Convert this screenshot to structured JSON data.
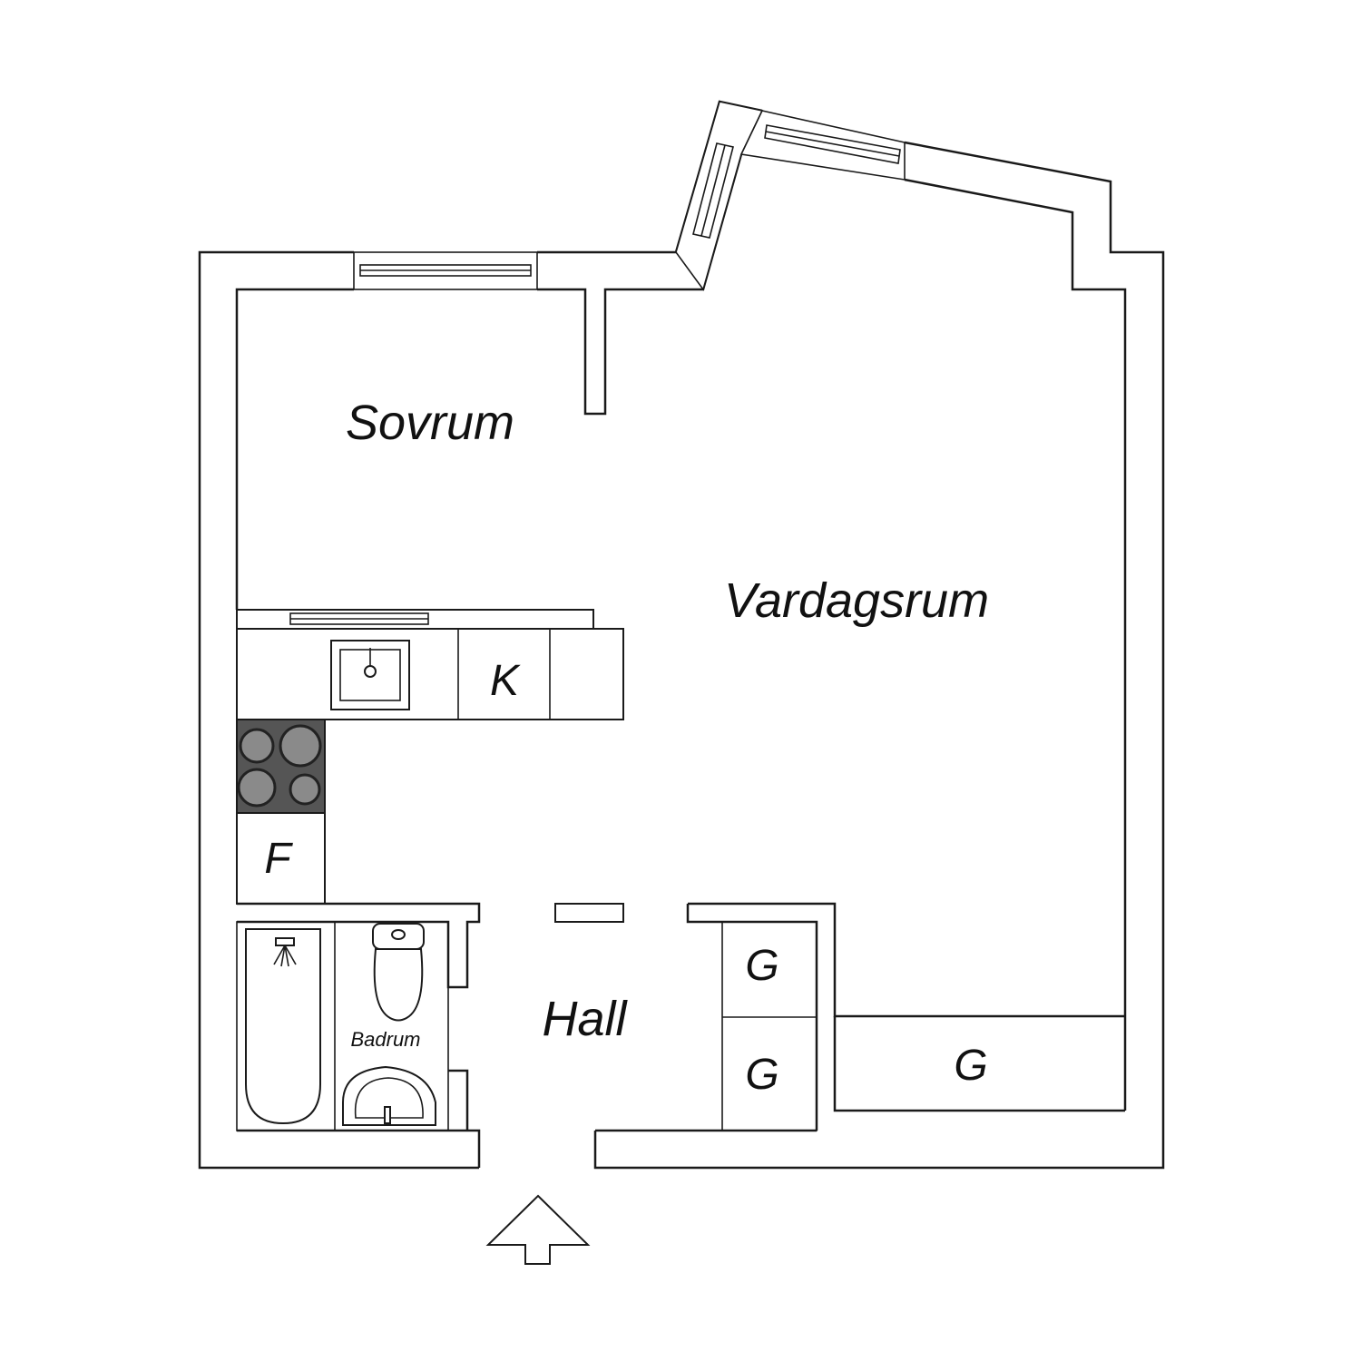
{
  "rooms": {
    "sovrum": "Sovrum",
    "vardagsrum": "Vardagsrum",
    "hall": "Hall",
    "badrum": "Badrum"
  },
  "fixtures": {
    "kitchen": "K",
    "fridge": "F",
    "wardrobe_1": "G",
    "wardrobe_2": "G",
    "wardrobe_3": "G"
  },
  "colors": {
    "line": "#1a1a1a",
    "stove": "#555555",
    "background": "#ffffff"
  },
  "icons": [
    "entrance-arrow-icon",
    "shower-head-icon",
    "toilet-icon",
    "sink-icon",
    "stove-icon"
  ]
}
